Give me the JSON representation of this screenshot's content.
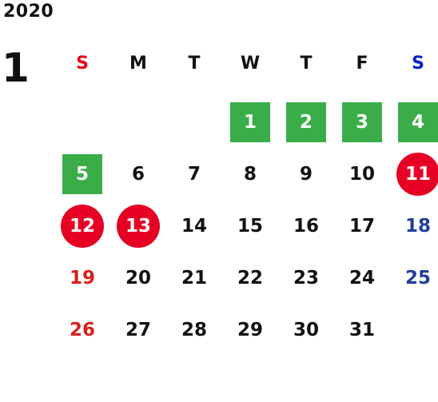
{
  "calendar": {
    "year": "2020",
    "month": "1",
    "weekdays": [
      "S",
      "M",
      "T",
      "W",
      "T",
      "F",
      "S"
    ],
    "days": [
      "",
      "",
      "",
      "1",
      "2",
      "3",
      "4",
      "5",
      "6",
      "7",
      "8",
      "9",
      "10",
      "11",
      "12",
      "13",
      "14",
      "15",
      "16",
      "17",
      "18",
      "19",
      "20",
      "21",
      "22",
      "23",
      "24",
      "25",
      "26",
      "27",
      "28",
      "29",
      "30",
      "31",
      ""
    ],
    "highlight_green": [
      "1",
      "2",
      "3",
      "4",
      "5"
    ],
    "highlight_red": [
      "11",
      "12",
      "13"
    ],
    "colors": {
      "sunday": "#d8201c",
      "saturday": "#1f3f99",
      "green": "#3aad48",
      "red": "#e60023"
    }
  }
}
